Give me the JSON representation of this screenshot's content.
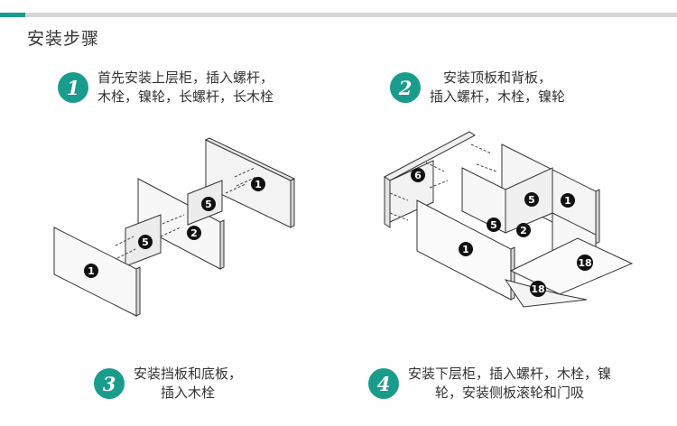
{
  "page": {
    "title": "安装步骤"
  },
  "steps": [
    {
      "number": "1",
      "lines": [
        "首先安装上层柜，插入螺杆，",
        "木栓，镍轮，长螺杆，长木栓"
      ]
    },
    {
      "number": "2",
      "lines": [
        "安装顶板和背板，",
        "插入螺杆，木栓，镍轮"
      ]
    },
    {
      "number": "3",
      "lines": [
        "安装挡板和底板，",
        "插入木栓"
      ]
    },
    {
      "number": "4",
      "lines": [
        "安装下层柜，插入螺杆，木栓，镍",
        "轮，安装侧板滚轮和门吸"
      ]
    }
  ],
  "part_labels": {
    "left": [
      "1",
      "5",
      "2",
      "5",
      "1"
    ],
    "right": [
      "6",
      "5",
      "1",
      "5",
      "2",
      "1",
      "18",
      "18"
    ]
  },
  "colors": {
    "accent": "#1a9c8c",
    "divider": "#d6d6d6"
  }
}
